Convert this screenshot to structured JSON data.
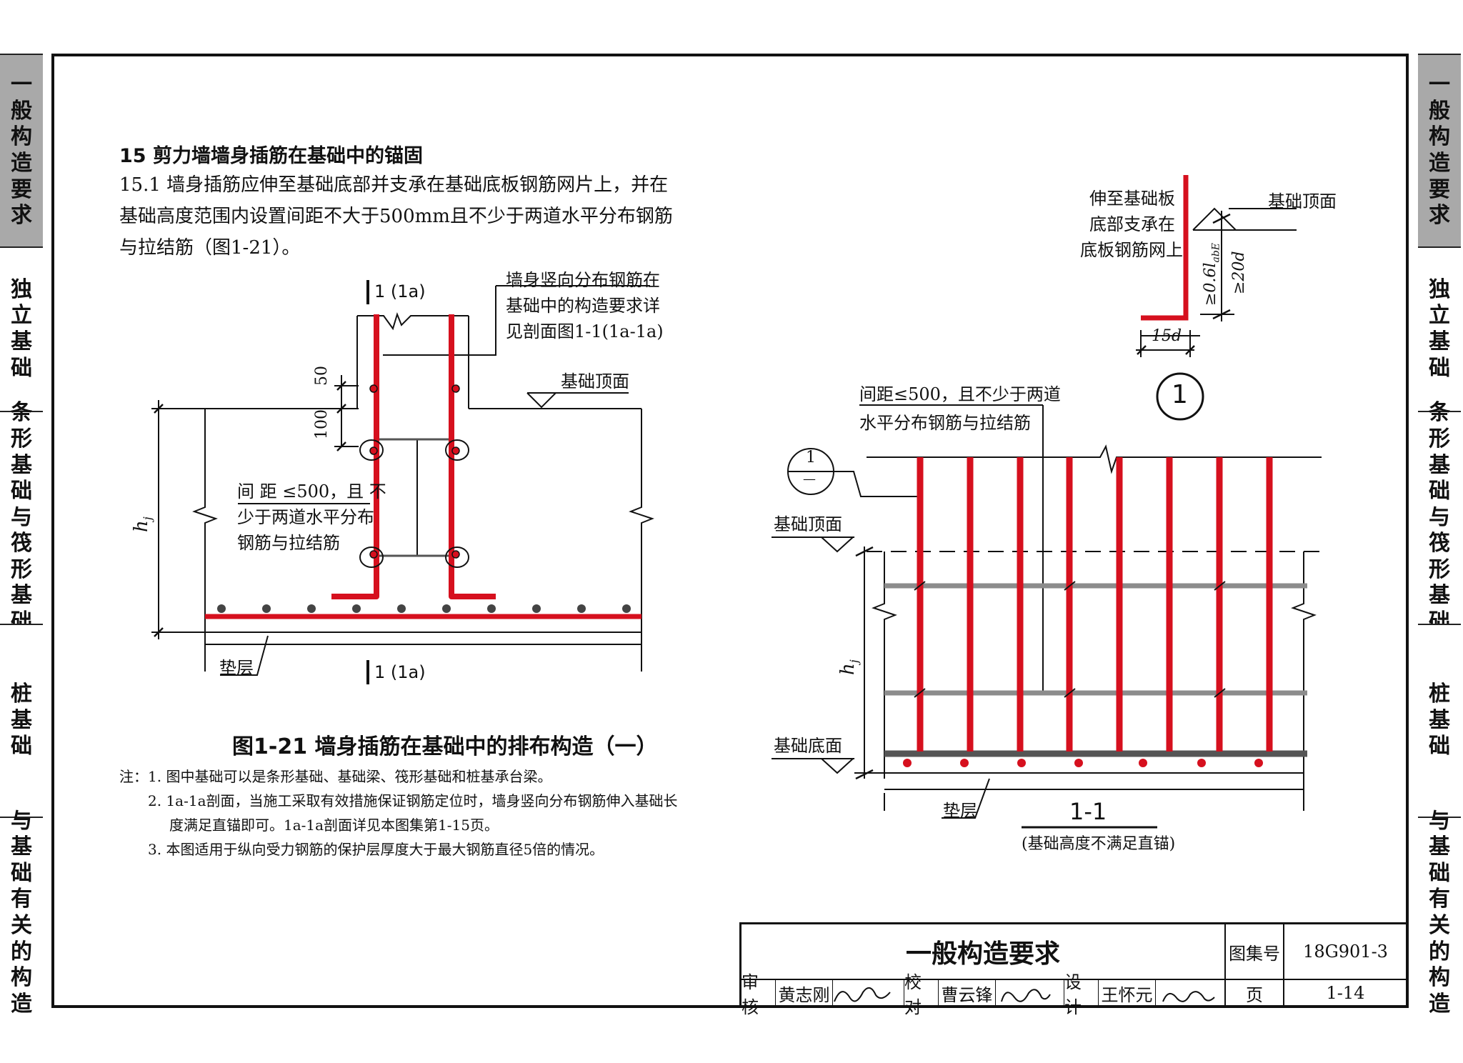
{
  "side_tabs": [
    {
      "label": "一般构造要求",
      "active": true
    },
    {
      "label": "独立基础",
      "active": false
    },
    {
      "label": "条形基础与筏形基础",
      "active": false
    },
    {
      "label": "桩基础",
      "active": false
    },
    {
      "label": "与基础有关的构造",
      "active": false
    }
  ],
  "section": {
    "heading": "15    剪力墙墙身插筋在基础中的锚固",
    "paragraph": "15.1 墙身插筋应伸至基础底部并支承在基础底板钢筋网片上，并在基础高度范围内设置间距不大于500mm且不少于两道水平分布钢筋与拉结筋（图1-21）。"
  },
  "left_figure": {
    "section_mark_top": "1 (1a)",
    "section_mark_bottom": "1 (1a)",
    "callout_vertical": [
      "墙身竖向分布钢筋在",
      "基础中的构造要求详",
      "见剖面图1-1(1a-1a)"
    ],
    "foundation_top": "基础顶面",
    "dim_50": "50",
    "dim_100": "100",
    "callout_spacing": [
      "间 距 ≤500，且 不",
      "少于两道水平分布",
      "钢筋与拉结筋"
    ],
    "hj": "h",
    "hj_sub": "j",
    "cushion": "垫层",
    "caption": "图1-21  墙身插筋在基础中的排布构造（一）"
  },
  "notes": [
    "注：1. 图中基础可以是条形基础、基础梁、筏形基础和桩基承台梁。",
    "2. 1a-1a剖面，当施工采取有效措施保证钢筋定位时，墙身竖向分布钢筋伸入基础长",
    "度满足直锚即可。1a-1a剖面详见本图集第1-15页。",
    "3. 本图适用于纵向受力钢筋的保护层厚度大于最大钢筋直径5倍的情况。"
  ],
  "detail_1": {
    "callout": [
      "伸至基础板",
      "底部支承在",
      "底板钢筋网上"
    ],
    "foundation_top": "基础顶面",
    "dim_06": "≥0.6l",
    "dim_06_sub": "abE",
    "dim_20d": "≥20d",
    "dim_15d": "15d",
    "number": "1"
  },
  "right_figure": {
    "callout_spacing": [
      "间距≤500，且不少于两道",
      "水平分布钢筋与拉结筋"
    ],
    "ref_num": "1",
    "ref_den": "—",
    "foundation_top": "基础顶面",
    "foundation_bottom": "基础底面",
    "hj": "h",
    "hj_sub": "j",
    "cushion": "垫层",
    "section_title": "1-1",
    "section_subtitle": "(基础高度不满足直锚)"
  },
  "title_block": {
    "title": "一般构造要求",
    "atlas_label": "图集号",
    "atlas_no": "18G901-3",
    "review_label": "审核",
    "reviewer": "黄志刚",
    "check_label": "校对",
    "checker": "曹云锋",
    "design_label": "设计",
    "designer": "王怀元",
    "page_label": "页",
    "page_no": "1-14"
  },
  "colors": {
    "rebar": "#d6101e",
    "tab_active": "#a9a9a9",
    "bar_grey": "#8c8c8c"
  }
}
